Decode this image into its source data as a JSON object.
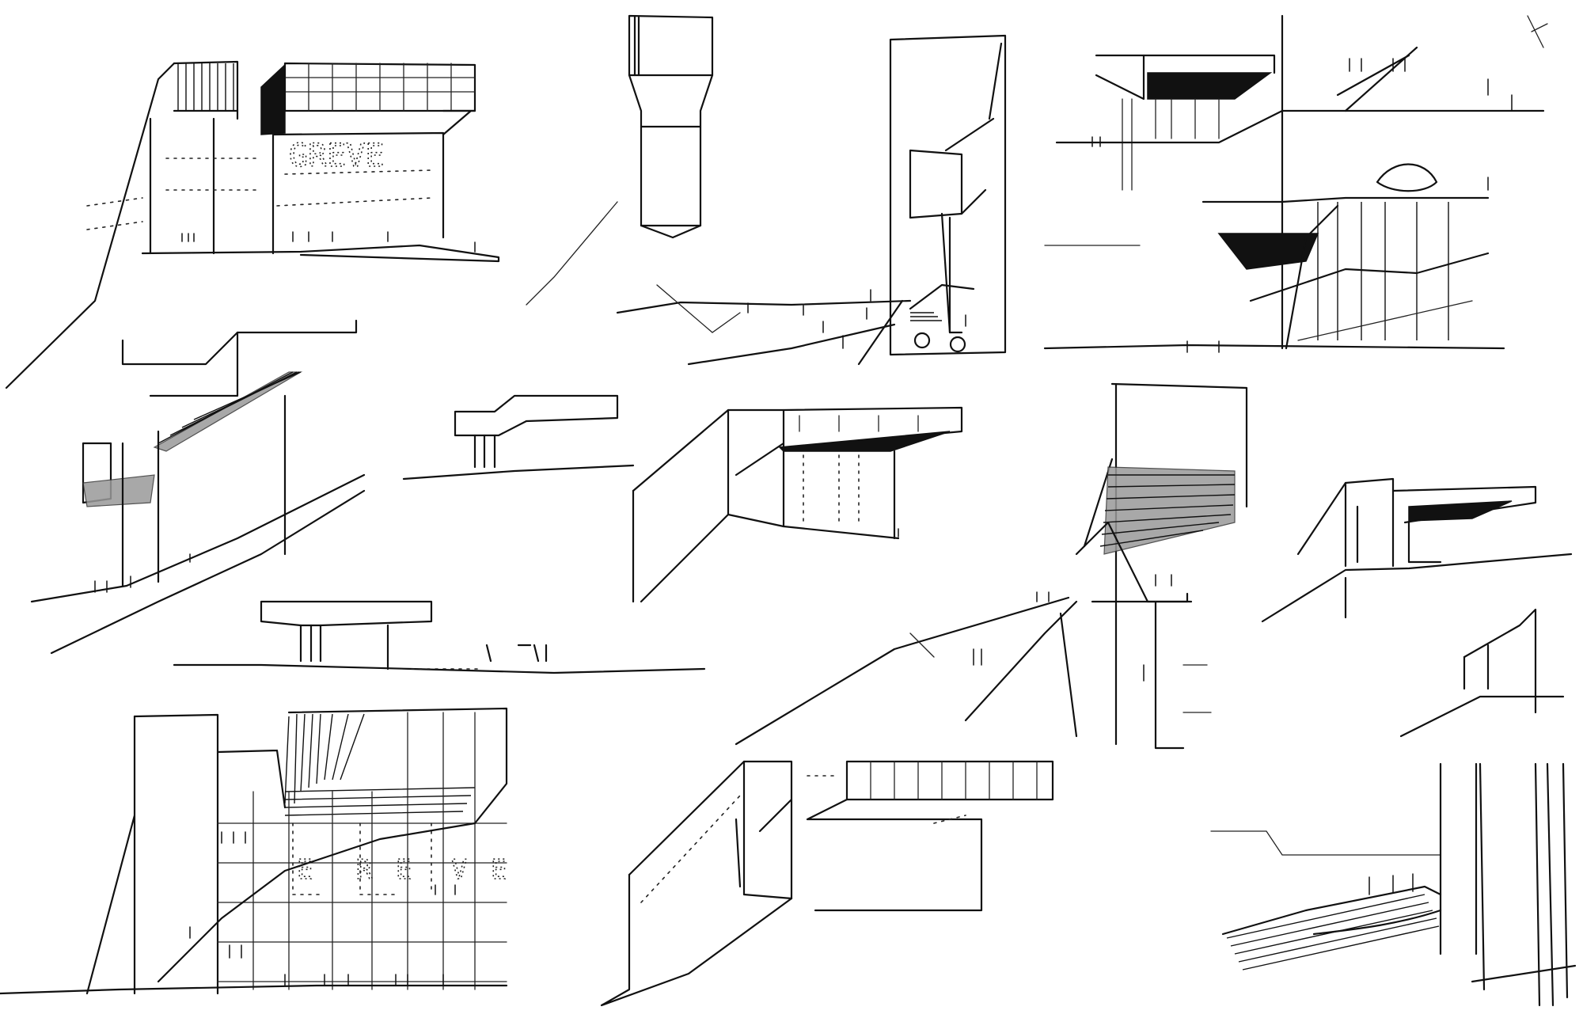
{
  "sheet": {
    "background": "#ffffff",
    "ink_color": "#111111",
    "signage": {
      "top_left_sketch": "GREVE",
      "bottom_left_sketch": [
        "E",
        "R",
        "E",
        "V",
        "E"
      ]
    }
  },
  "sketches": [
    {
      "name": "building-perspective-greve-sign"
    },
    {
      "name": "tower-elevation"
    },
    {
      "name": "tower-with-cantilever-and-plaza"
    },
    {
      "name": "interior-section-with-cantilevers"
    },
    {
      "name": "cantilever-over-slope"
    },
    {
      "name": "small-cantilever-elevation"
    },
    {
      "name": "bridge-section-elevation"
    },
    {
      "name": "cantilever-perspective-dark-soffit"
    },
    {
      "name": "hatched-canopy-perspective"
    },
    {
      "name": "small-cantilever-perspective"
    },
    {
      "name": "small-wall-sketch"
    },
    {
      "name": "facade-perspective-ereve-sign"
    },
    {
      "name": "cantilever-box-perspective"
    },
    {
      "name": "interior-stair-view"
    }
  ]
}
